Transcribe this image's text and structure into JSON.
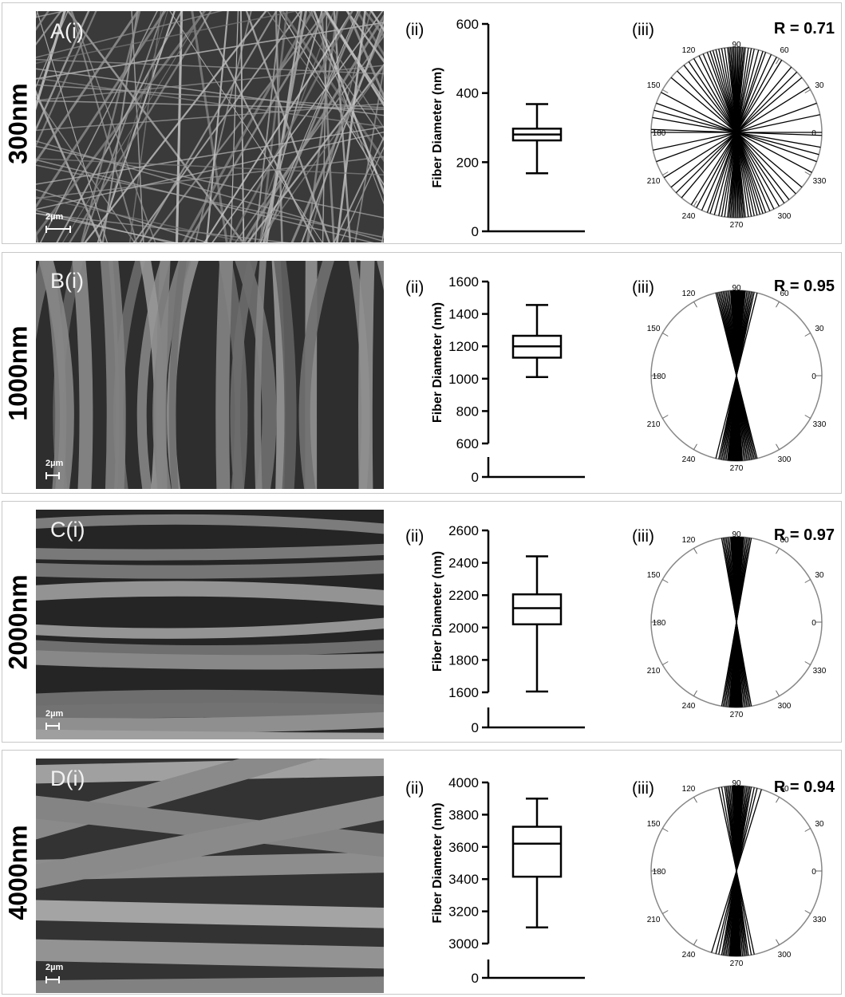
{
  "chart_data": [
    {
      "type": "box",
      "row_label": "300nm",
      "panel_labels": {
        "sem": "A(i)",
        "box": "(ii)",
        "polar": "(iii)"
      },
      "scale_bar": "2µm",
      "ylabel": "Fiber Diameter (nm)",
      "ylim": [
        0,
        600
      ],
      "yticks": [
        0,
        200,
        400,
        600
      ],
      "axis_break": null,
      "box": {
        "min": 168,
        "q1": 263,
        "median": 280,
        "q3": 297,
        "max": 368
      },
      "r_value": "R = 0.71",
      "angles": [
        58,
        62,
        66,
        70,
        72,
        75,
        78,
        80,
        82,
        84,
        85,
        86,
        87,
        88,
        89,
        90,
        91,
        92,
        93,
        94,
        95,
        96,
        98,
        100,
        102,
        104,
        106,
        108,
        110,
        113,
        116,
        120,
        124,
        128,
        32,
        40,
        45,
        50,
        152,
        160,
        165,
        170,
        0,
        178,
        20,
        12,
        140,
        134
      ]
    },
    {
      "type": "box",
      "row_label": "1000nm",
      "panel_labels": {
        "sem": "B(i)",
        "box": "(ii)",
        "polar": "(iii)"
      },
      "scale_bar": "2µm",
      "ylabel": "Fiber Diameter (nm)",
      "ylim": [
        0,
        1600
      ],
      "yticks": [
        0,
        600,
        800,
        1000,
        1200,
        1400,
        1600
      ],
      "axis_break": [
        100,
        550
      ],
      "box": {
        "min": 1010,
        "q1": 1130,
        "median": 1200,
        "q3": 1265,
        "max": 1455
      },
      "r_value": "R = 0.95",
      "angles": [
        76,
        78,
        79,
        80,
        81,
        82,
        83,
        84,
        84.5,
        85,
        85.5,
        86,
        86.5,
        87,
        87.5,
        88,
        88.5,
        89,
        89.5,
        90,
        90.5,
        91,
        91.5,
        92,
        92.5,
        93,
        93.5,
        94,
        95,
        96,
        97,
        98,
        99,
        100,
        101,
        102,
        103,
        104
      ]
    },
    {
      "type": "box",
      "row_label": "2000nm",
      "panel_labels": {
        "sem": "C(i)",
        "box": "(ii)",
        "polar": "(iii)"
      },
      "scale_bar": "2µm",
      "ylabel": "Fiber Diameter (nm)",
      "ylim": [
        0,
        2600
      ],
      "yticks": [
        0,
        1600,
        1800,
        2000,
        2200,
        2400,
        2600
      ],
      "axis_break": [
        200,
        1500
      ],
      "box": {
        "min": 1605,
        "q1": 2020,
        "median": 2120,
        "q3": 2205,
        "max": 2440
      },
      "r_value": "R = 0.97",
      "angles": [
        80,
        81,
        82,
        83,
        84,
        85,
        85.5,
        86,
        86.5,
        87,
        87.5,
        88,
        88.5,
        89,
        89.5,
        90,
        90.5,
        91,
        91.5,
        92,
        92.5,
        93,
        93.5,
        94,
        95,
        96,
        97,
        98,
        99,
        100
      ]
    },
    {
      "type": "box",
      "row_label": "4000nm",
      "panel_labels": {
        "sem": "D(i)",
        "box": "(ii)",
        "polar": "(iii)"
      },
      "scale_bar": "2µm",
      "ylabel": "Fiber Diameter (nm)",
      "ylim": [
        0,
        4000
      ],
      "yticks": [
        0,
        3000,
        3200,
        3400,
        3600,
        3800,
        4000
      ],
      "axis_break": [
        200,
        2900
      ],
      "box": {
        "min": 3100,
        "q1": 3415,
        "median": 3620,
        "q3": 3725,
        "max": 3900
      },
      "r_value": "R = 0.94",
      "angles": [
        73,
        76,
        78,
        80,
        81,
        82,
        83,
        84,
        85,
        85.5,
        86,
        86.5,
        87,
        87.5,
        88,
        88.5,
        89,
        89.5,
        90,
        90.5,
        91,
        91.5,
        92,
        92.5,
        93,
        94,
        95,
        96,
        97,
        98,
        100,
        102
      ]
    }
  ],
  "polar_tick_labels": [
    "0",
    "30",
    "60",
    "90",
    "120",
    "150",
    "180",
    "210",
    "240",
    "270",
    "300",
    "330"
  ]
}
